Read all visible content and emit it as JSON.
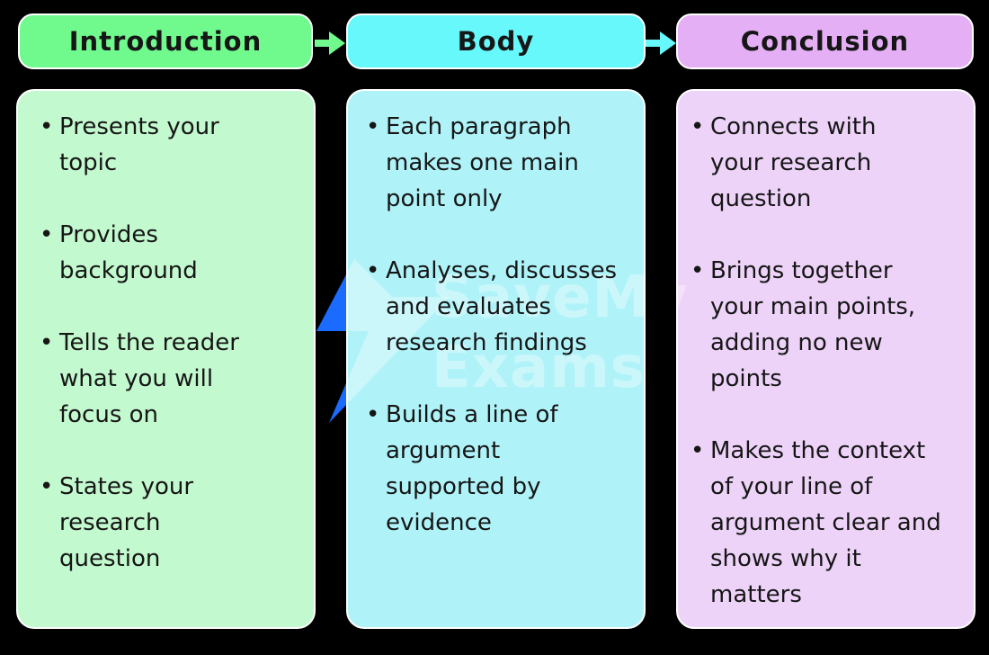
{
  "columns": [
    {
      "header": "Introduction",
      "items": [
        "Presents your\ntopic",
        "Provides\nbackground",
        "Tells the reader\nwhat you will\nfocus on",
        "States your\nresearch\nquestion"
      ]
    },
    {
      "header": "Body",
      "items": [
        "Each paragraph\nmakes one main\npoint only",
        "Analyses, discusses\nand evaluates\nresearch findings",
        "Builds a line of\nargument\nsupported by\nevidence"
      ]
    },
    {
      "header": "Conclusion",
      "items": [
        "Connects with\nyour research\nquestion",
        "Brings together\nyour main points,\nadding no new\npoints",
        "Makes the context\nof your line of\nargument clear and\nshows why it\nmatters"
      ]
    }
  ],
  "watermark": {
    "line1": "SaveMy",
    "line2": "Exams"
  },
  "colors": {
    "green-header": "#70FA8E",
    "green-light": "#C3F9CE",
    "cyan-header": "#66F8FA",
    "cyan-light": "#AFF3F9",
    "purple-header": "#E4AFF5",
    "purple-light": "#EED3F9",
    "bolt-blue": "#1B6BFF",
    "border-white": "#FFFFFF",
    "ink": "#161616"
  }
}
